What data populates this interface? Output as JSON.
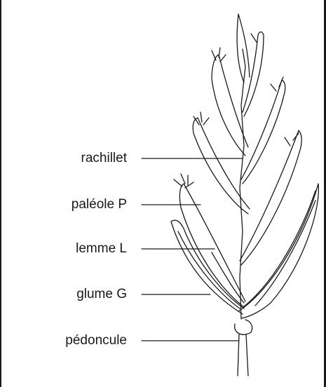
{
  "figure": {
    "labels": {
      "rachillet": "rachillet",
      "paleole": "paléole P",
      "lemme": "lemme L",
      "glume": "glume G",
      "pedoncule": "pédoncule"
    },
    "colors": {
      "ink": "#1a1a1a",
      "background": "#ffffff"
    }
  }
}
